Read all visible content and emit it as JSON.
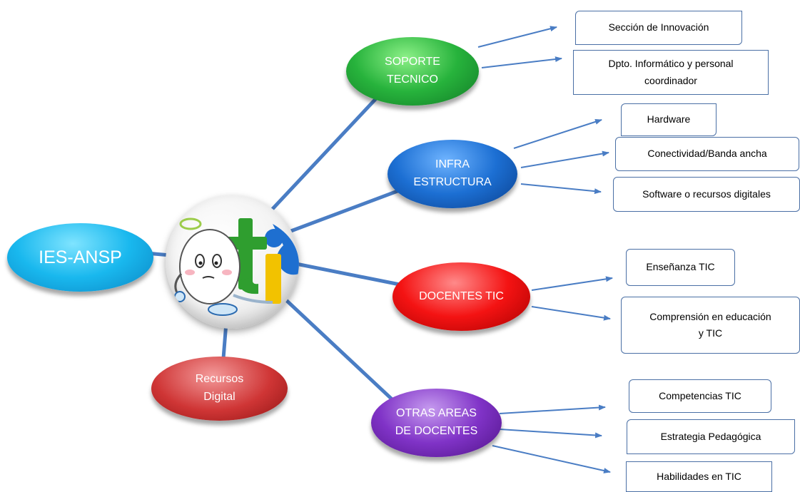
{
  "root": {
    "label": "IES-ANSP"
  },
  "logo": {
    "text": "ti"
  },
  "branches": [
    {
      "label": "SOPORTE\nTECNICO",
      "color": "#27b33c",
      "children": [
        "Sección de Innovación",
        "Dpto. Informático y personal\ncoordinador"
      ]
    },
    {
      "label": "INFRA\nESTRUCTURA",
      "color": "#1c6fd3",
      "children": [
        "Hardware",
        "Conectividad/Banda ancha",
        "Software o recursos digitales"
      ]
    },
    {
      "label": "DOCENTES TIC",
      "color": "#f41313",
      "children": [
        "Enseñanza TIC",
        "Comprensión en educación\ny TIC"
      ]
    },
    {
      "label": "OTRAS AREAS\nDE DOCENTES",
      "color": "#8033c7",
      "children": [
        "Competencias TIC",
        "Estrategia Pedagógica",
        "Habilidades en TIC"
      ]
    },
    {
      "label": "Recursos\nDigital",
      "color": "#cf3535",
      "children": []
    }
  ],
  "colors": {
    "connector": "#4a7dc4",
    "root": "#19b8ee",
    "box_border": "#4a6fa5",
    "logo_green": "#2f9e2f",
    "logo_yellow": "#f2c200",
    "logo_blue": "#1e6fd0"
  }
}
